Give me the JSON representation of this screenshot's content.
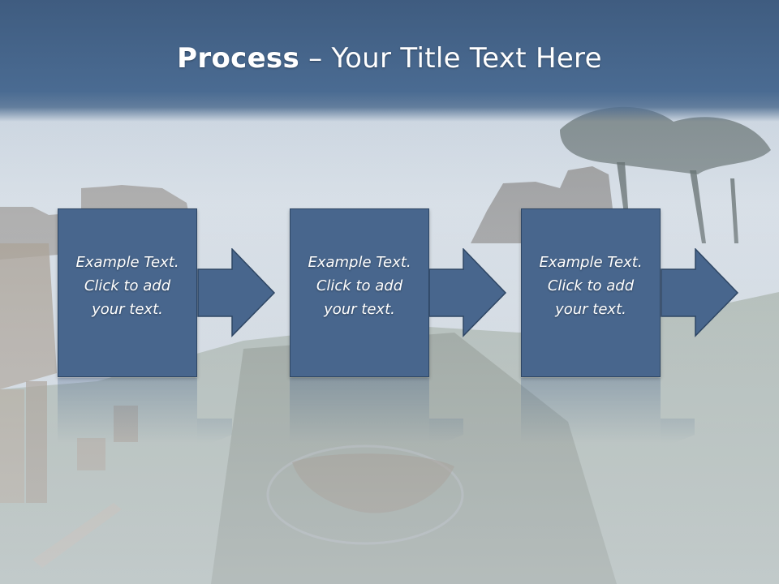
{
  "slide": {
    "title_bold": "Process",
    "title_rest": " – Your Title Text Here"
  },
  "steps": [
    {
      "label": "Example Text.\nClick  to add\nyour text."
    },
    {
      "label": "Example Text.\nClick  to add\nyour text."
    },
    {
      "label": "Example Text.\nClick  to add\nyour text."
    }
  ],
  "colors": {
    "box_fill": "#48668d",
    "box_border": "#2e4664",
    "header_band": "#3f5c80",
    "text": "#ffffff"
  },
  "icons": [
    "right-arrow-icon"
  ]
}
